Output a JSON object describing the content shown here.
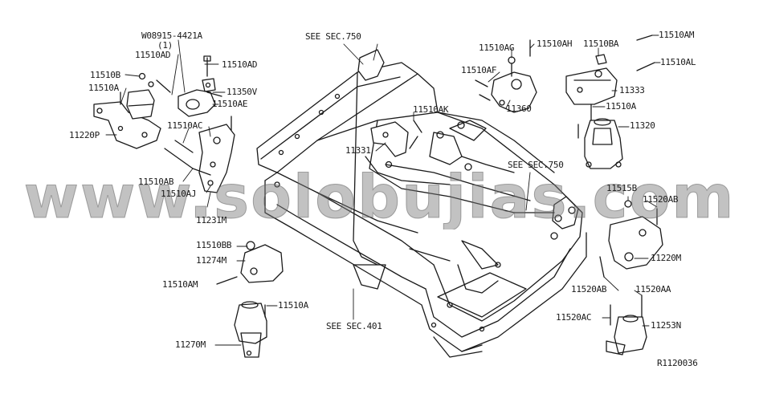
{
  "diagram_id": "R1120036",
  "watermark": "www.solobujias.com",
  "labels": {
    "p08915": "W08915-4421A",
    "p08915_qty": "(1)",
    "p11510AD_a": "11510AD",
    "p11510AD_b": "11510AD",
    "p11510B": "11510B",
    "p11510A_a": "11510A",
    "p11350V": "11350V",
    "p11510AE": "11510AE",
    "p11220P": "11220P",
    "p11510AC": "11510AC",
    "p11510AB": "11510AB",
    "p11510AJ": "11510AJ",
    "p11231M": "11231M",
    "see750_top": "SEE SEC.750",
    "p11510AK": "11510AK",
    "p11331": "11331",
    "p11510AG": "11510AG",
    "p11510AH": "11510AH",
    "p11510BA": "11510BA",
    "p11510AM_top": "11510AM",
    "p11510AF": "11510AF",
    "p11510AL": "11510AL",
    "p11333": "11333",
    "p11360": "11360",
    "p11510A_b": "11510A",
    "p11320": "11320",
    "see750_right": "SEE SEC.750",
    "p11515B": "11515B",
    "p11520AB_a": "11520AB",
    "p11510BB": "11510BB",
    "p11274M": "11274M",
    "p11510AM_left": "11510AM",
    "p11220M": "11220M",
    "p11510A_c": "11510A",
    "p11520AB_b": "11520AB",
    "p11520AA": "11520AA",
    "see401": "SEE SEC.401",
    "p11520AC": "11520AC",
    "p11253N": "11253N",
    "p11270M": "11270M"
  }
}
